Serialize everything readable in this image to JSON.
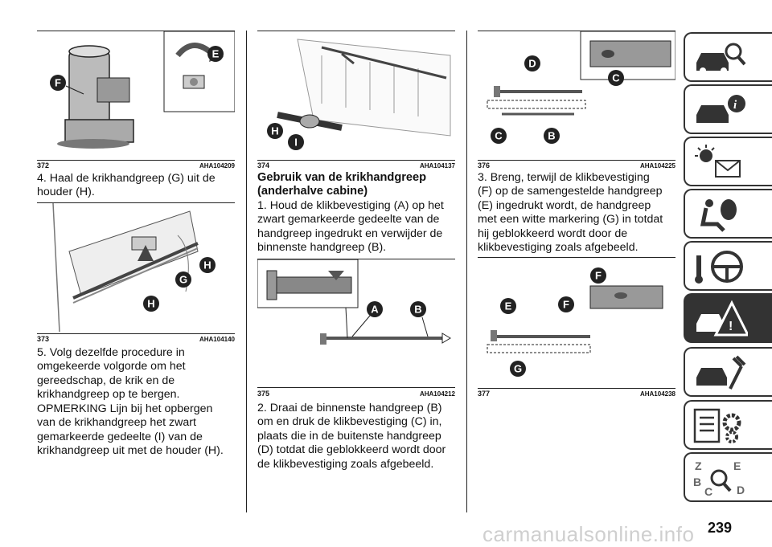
{
  "figures": [
    {
      "num": "372",
      "ref": "AHA104209",
      "labels": [
        "F",
        "E"
      ]
    },
    {
      "num": "373",
      "ref": "AHA104140",
      "labels": [
        "H",
        "G",
        "H"
      ]
    },
    {
      "num": "374",
      "ref": "AHA104137",
      "labels": [
        "H",
        "I"
      ]
    },
    {
      "num": "375",
      "ref": "AHA104212",
      "labels": [
        "A",
        "B"
      ]
    },
    {
      "num": "376",
      "ref": "AHA104225",
      "labels": [
        "D",
        "C",
        "C",
        "B"
      ]
    },
    {
      "num": "377",
      "ref": "AHA104238",
      "labels": [
        "F",
        "E",
        "F",
        "G"
      ]
    }
  ],
  "col1": {
    "para1": [
      "4. Haal de krikhandgreep (G) uit de",
      "houder (H)."
    ],
    "para2": [
      "5. Volg dezelfde procedure in",
      "omgekeerde volgorde om het",
      "gereedschap, de krik en de",
      "krikhandgreep op te bergen."
    ],
    "para3": [
      "OPMERKING Lijn bij het opbergen",
      "van de krikhandgreep het zwart",
      "gemarkeerde gedeelte (I) van de",
      "krikhandgreep uit met de houder (H)."
    ]
  },
  "col2": {
    "heading": [
      "Gebruik van de krikhandgreep",
      "(anderhalve cabine)"
    ],
    "para1": [
      "1. Houd de klikbevestiging (A) op het",
      "zwart gemarkeerde gedeelte van de",
      "handgreep ingedrukt en verwijder de",
      "binnenste handgreep (B)."
    ],
    "para2": [
      "2. Draai de binnenste handgreep (B)",
      "om en druk de klikbevestiging (C) in,",
      "plaats die in de buitenste handgreep",
      "(D) totdat die geblokkeerd wordt door",
      "de klikbevestiging zoals afgebeeld."
    ]
  },
  "col3": {
    "para1": [
      "3. Breng, terwijl de klikbevestiging",
      "(F) op de samengestelde handgreep",
      "(E) ingedrukt wordt, de handgreep",
      "met een witte markering (G) in totdat",
      "hij geblokkeerd wordt door de",
      "klikbevestiging zoals afgebeeld."
    ]
  },
  "sidebar": {
    "tabs": [
      "car-search-icon",
      "car-info-icon",
      "warning-lights-icon",
      "airbag-seat-icon",
      "steering-key-icon",
      "roadside-emergency-icon",
      "car-tools-icon",
      "specs-gears-icon",
      "alphabet-index-icon"
    ],
    "active_index": 5
  },
  "page_number": "239",
  "watermark": "carmanualsonline.info"
}
